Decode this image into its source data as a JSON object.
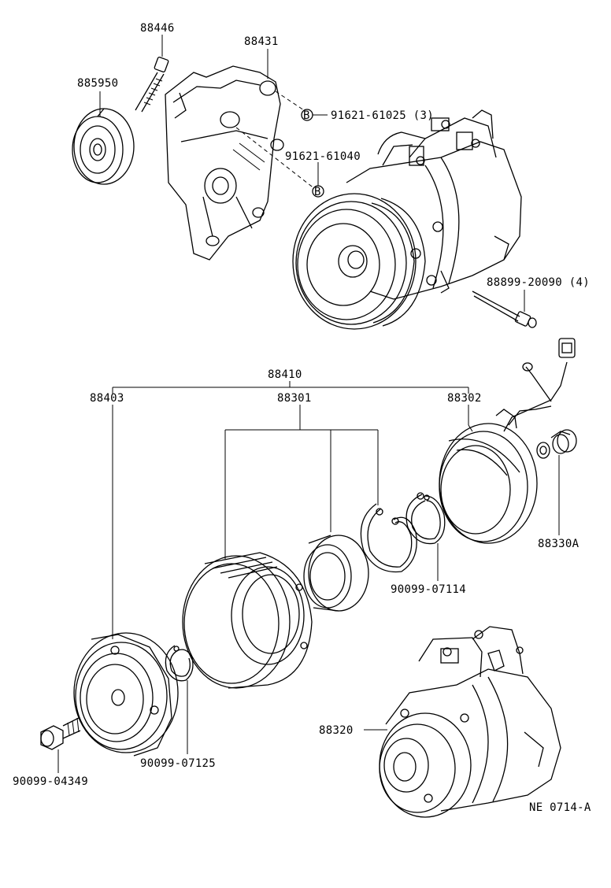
{
  "labels": {
    "bolt_top": "88446",
    "pulley_idler": "885950",
    "bracket": "88431",
    "nut_a": "91621-61025 (3)",
    "nut_b": "91621-61040",
    "bolt_long": "88899-20090 (4)",
    "clutch_assy": "88410",
    "pressure_plate": "88403",
    "pulley_assy": "88301",
    "stator": "88302",
    "coil_clip": "88330A",
    "snap_ring_a": "90099-07114",
    "snap_ring_b": "90099-07125",
    "bolt_small": "90099-04349",
    "compressor": "88320",
    "figure_code": "NE 0714-A"
  },
  "markers": {
    "nut_marker": "B"
  }
}
